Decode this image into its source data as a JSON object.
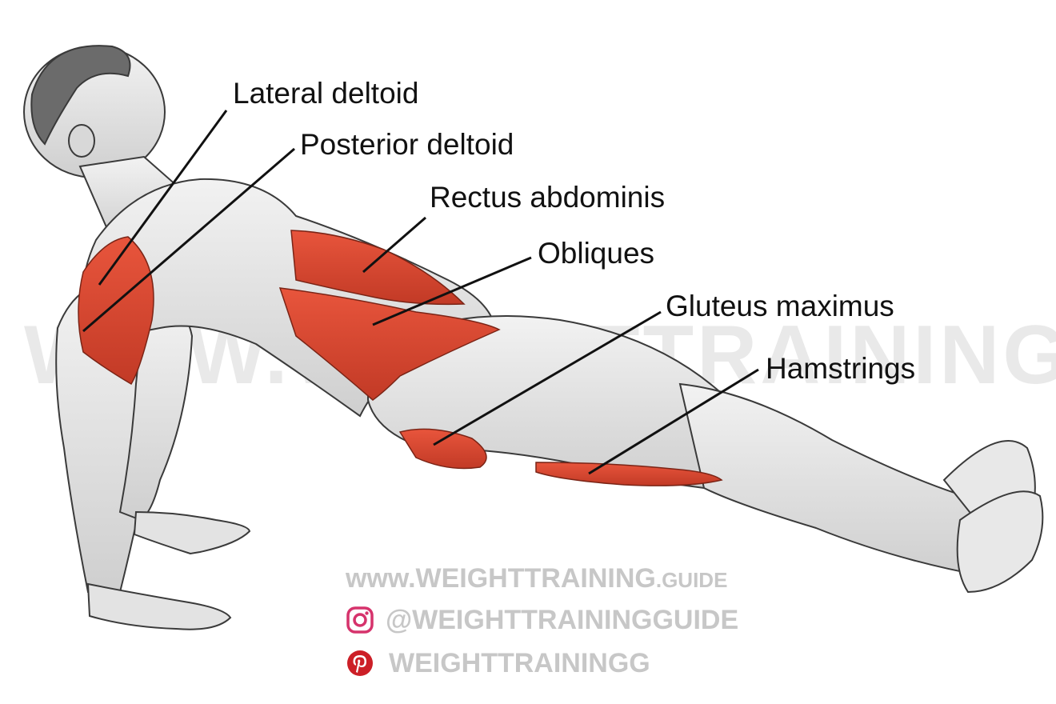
{
  "watermark": "WWW.WEIGHTTRAINING.GUIDE",
  "labels": {
    "lateral_deltoid": "Lateral deltoid",
    "posterior_deltoid": "Posterior deltoid",
    "rectus_abdominis": "Rectus abdominis",
    "obliques": "Obliques",
    "gluteus_maximus": "Gluteus maximus",
    "hamstrings": "Hamstrings"
  },
  "credits": {
    "website_main": "www.WEIGHTTRAINING",
    "website_suffix": ".GUIDE",
    "instagram": "@WEIGHTTRAININGGUIDE",
    "pinterest": "WEIGHTTRAININGG"
  },
  "icons": [
    "instagram-icon",
    "pinterest-icon"
  ],
  "colors": {
    "target_muscle": "#d9432e",
    "body": "#e6e6e6",
    "outline": "#3a3a3a",
    "credit_text": "#c7c7c7",
    "instagram": "#d6336c",
    "pinterest": "#cc1f27"
  }
}
